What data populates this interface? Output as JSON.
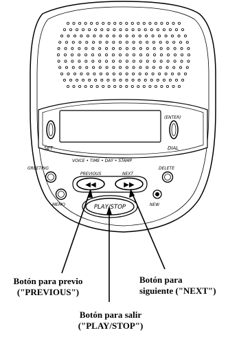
{
  "device": {
    "set_label": "SET",
    "enter_label": "(ENTER)",
    "dial_label": "DIAL",
    "voice_time_day_stamp": "VOICE • TIME • DAY • STAMP",
    "greeting_label": "GREETING",
    "previous_label": "PREVIOUS",
    "next_label": "NEXT",
    "delete_label": "DELETE",
    "memo_label": "MEMO",
    "new_label": "NEW",
    "play_stop_label": "PLAY/STOP",
    "prev_glyph": "◀◀",
    "next_glyph": "▶▶"
  },
  "callouts": {
    "previous": {
      "line1": "Botón para previo",
      "line2": "(\"PREVIOUS\")"
    },
    "next": {
      "line1": "Botón para",
      "line2": "siguiente (\"NEXT\")"
    },
    "play_stop": {
      "line1": "Botón para salir",
      "line2": "(\"PLAY/STOP\")"
    }
  }
}
